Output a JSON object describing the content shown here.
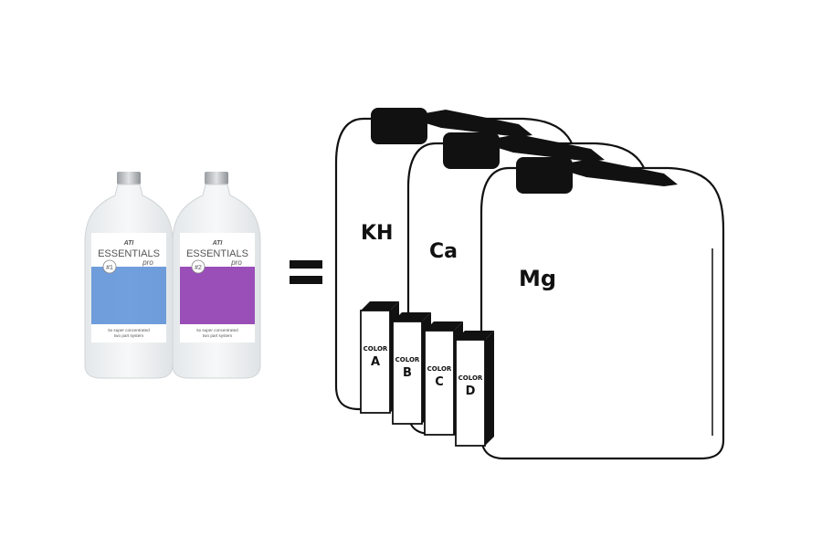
{
  "bottles": [
    {
      "brand": "ATI",
      "product": "ESSENTIALS",
      "sub": "pro",
      "number": "#1",
      "line1": "5x super concentrated",
      "line2": "two part system",
      "image_color": "#5a8fd8"
    },
    {
      "brand": "ATI",
      "product": "ESSENTIALS",
      "sub": "pro",
      "number": "#2",
      "line1": "5x super concentrated",
      "line2": "two part system",
      "image_color": "#9a4fb8"
    }
  ],
  "equals": "=",
  "canisters": [
    {
      "label": "KH"
    },
    {
      "label": "Ca"
    },
    {
      "label": "Mg"
    }
  ],
  "boxes": [
    {
      "word": "COLOR",
      "letter": "A"
    },
    {
      "word": "COLOR",
      "letter": "B"
    },
    {
      "word": "COLOR",
      "letter": "C"
    },
    {
      "word": "COLOR",
      "letter": "D"
    }
  ]
}
